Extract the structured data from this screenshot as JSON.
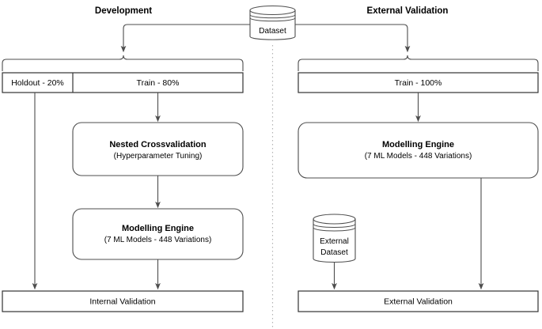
{
  "diagram": {
    "title_left": "Development",
    "title_right": "External Validation",
    "source": {
      "label": "Dataset",
      "icon": "database-cylinder-icon"
    },
    "left_branch": {
      "split_bar": {
        "holdout_label": "Holdout - 20%",
        "train_label": "Train - 80%"
      },
      "nested_cv": {
        "title": "Nested Crossvalidation",
        "subtitle": "(Hyperparameter Tuning)"
      },
      "modelling_engine": {
        "title": "Modelling Engine",
        "subtitle": "(7 ML Models - 448 Variations)"
      },
      "outcome": "Internal Validation"
    },
    "right_branch": {
      "split_bar": {
        "train_label": "Train - 100%"
      },
      "modelling_engine": {
        "title": "Modelling Engine",
        "subtitle": "(7 ML Models - 448 Variations)"
      },
      "external_dataset": {
        "line1": "External",
        "line2": "Dataset",
        "icon": "database-cylinder-icon"
      },
      "outcome": "External Validation"
    },
    "colors": {
      "stroke": "#4d4d4d",
      "stroke_dark": "#333333",
      "fill": "#ffffff",
      "divider": "#b3b3b3",
      "text": "#000000"
    }
  }
}
